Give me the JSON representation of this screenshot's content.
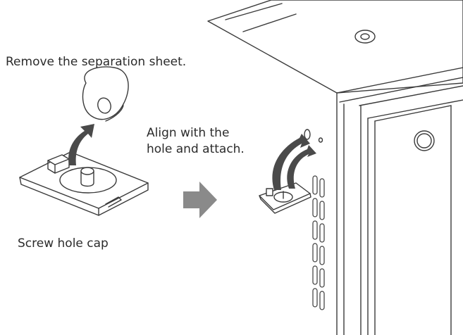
{
  "labels": {
    "remove_sheet": "Remove the separation sheet.",
    "align_line1": "Align with the",
    "align_line2": "hole and attach.",
    "screw_hole_cap": "Screw hole cap"
  },
  "icons": {
    "step_arrow": "right-arrow-icon",
    "lift_arrow": "curved-up-arrow-icon",
    "attach_arrows": "curved-arrows-icon"
  },
  "colors": {
    "line": "#3a3a3a",
    "arrow": "#4a4a4a",
    "step_arrow": "#8a8a8a",
    "fill": "#ffffff"
  }
}
